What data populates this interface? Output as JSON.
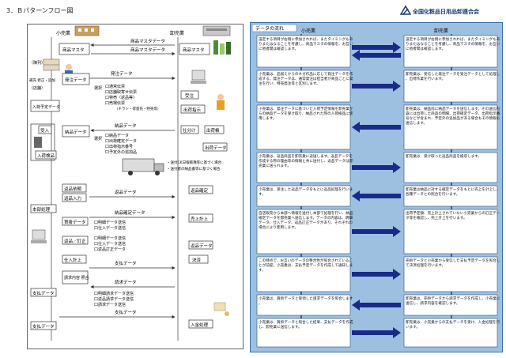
{
  "page_title": "3．Ｂパターンフロー図",
  "org_name": "全国化粧品日用品卸連合会",
  "left": {
    "col_retailer": "小売業",
    "col_wholesaler": "卸売業",
    "master_top": "商品マスタデータ",
    "master_bottom": "商品マスタデータ",
    "retail_master": "商品マスタ",
    "whole_master": "商品マスタ",
    "shelf_label": "（陳列）",
    "replenish": "補充\n修正・追加",
    "tag": "（店舗）",
    "order_data_box": "発注データ",
    "order_data_flow": "発注データ",
    "select_label": "選択",
    "options": [
      "口通常伝票",
      "口店舗取寄せ伝票",
      "口特売（返品等）",
      "口売場伝票"
    ],
    "opt_extra": "（チラシ・得意先・特売等）",
    "order_entry": "入荷予定データ",
    "receive": "受注",
    "ship_order": "出荷指示",
    "accept": "受入",
    "inspect": "入荷検品",
    "delivery_data_flow": "納品データ",
    "delivery_data_box": "納品データ",
    "deliv_opts": [
      "口納品データ",
      "口出荷確定データ",
      "口出荷指示番号",
      "口予定外の追加品"
    ],
    "picking": "仕分け",
    "ship_doc": "出荷帳",
    "ship_data": "出荷データ",
    "truck_note1": "・送付CK日報帳簿等に基づく場合",
    "truck_note2": "・送付者の納品書等に基づく場合",
    "return_data_flow": "返品データ",
    "return_req": "返品依頼",
    "return_input": "返品入力",
    "return_confirm": "返品確定",
    "hq_process": "本部処理",
    "accept_data": "買掛データ",
    "accept_opts": [
      "口明細データ送信",
      "口仕入データ送信"
    ],
    "delivery_confirm_flow": "納品確定データ",
    "sales_calc": "売上計上",
    "return_fix": "返品／訂正",
    "fix_opts": [
      "口明細データ送信",
      "口仕入データ送信",
      "口返品訂正データ"
    ],
    "fix_data": "返品データ",
    "purchase_calc": "仕入計上",
    "settle": "決済",
    "pay_data_flow": "支払データ",
    "invoice_box": "請求内容\n照合",
    "pay_box": "支払データ",
    "invoice_data_flow": "請求データ",
    "invoice_opts": [
      "口明細請求データ送信",
      "口返品請求データ送信",
      "口請求データ送信"
    ],
    "pay_flow2": "支払データ",
    "payment": "入金処理",
    "pay_data2": "支払データ"
  },
  "right": {
    "header": "データの流れ",
    "col_retailer": "小売業",
    "col_wholesaler": "卸売業",
    "retail_boxes": [
      "設定する項目が右側に参加されれば、またタイミングもありまたはなることを考慮し、商品マスタの情報を、お互いに他者間は確認します。",
      "小売業は、品揃えからのネガ作品に応じて発注データを作成する。発注データは、通常発注は担当者が商品ごとに発注を行い、特売発注等と区別します。",
      "小売業は、発注データに基づいた入荷予定情報を卸売業からの納品データを受け取り、納品された際の入荷検品に使用します。",
      "小売業は、返品商品を卸売業に返送します。返品データを作成する際の理由等の情報と共に送付し、返品データは卸売業に送られます。",
      "小売業は、受注した返品データをもとに返品処理を行います。",
      "自店販売から本部へ情報を送付し本部で処理を行い、納品確定データを卸売業へ送信します。データの内容は、明細データ、仕入データ、返品訂正データがあり、それぞれの場合により使用します。",
      "この時点で、お互いのデータの整合性が照合されていることが前提。小売業は、支払予定データを作成して通知します。",
      "小売業は、買掛データと受領した請求データを照合します。",
      "小売業は、買掛データと照合した結果、支払データを作成し、卸売業に送信します。"
    ],
    "whole_boxes": [
      "設定する項目が右側に参加されれば、またタイミングもありまたはなることを考慮し、商品マスタの情報を、お互いに他者間は確認します。",
      "卸売業は、受信した発注データを受注データとして処理し、出荷作業を行います。",
      "卸売業は、納品前に納品データを送信します。その送信内容には出荷した商品の明細、出荷確定データ、出荷指示番号などが含まれ、予定外の追加品がある場合もその情報も送信します。",
      "卸売業は、受け取った返品商品を検収します。",
      "卸売業は納品に対する確定データをもとに売上を計上し、各種データとの照合を行います。",
      "出荷予定額、売上計上されていない小売業からの訂正データ等を確認し、売上計上を行います。",
      "売掛データと小売業から受信した支払予定データを照合して決済処理を行います。",
      "卸売業は、売掛データから請求データを作成し、小売業に送信し、請求内容を確認します。",
      "卸売業は、小売業からの支払データを受け、入金処理を行います。"
    ]
  }
}
